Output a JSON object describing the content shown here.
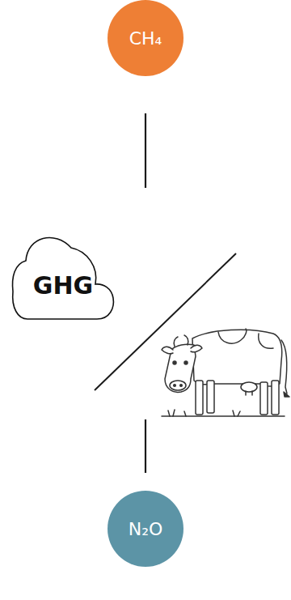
{
  "diagram": {
    "nodes": [
      {
        "text": [
          "CH₄"
        ]
      },
      {
        "text": [
          "GHG"
        ]
      },
      {
        "text": [
          "N₂O"
        ]
      }
    ]
  }
}
